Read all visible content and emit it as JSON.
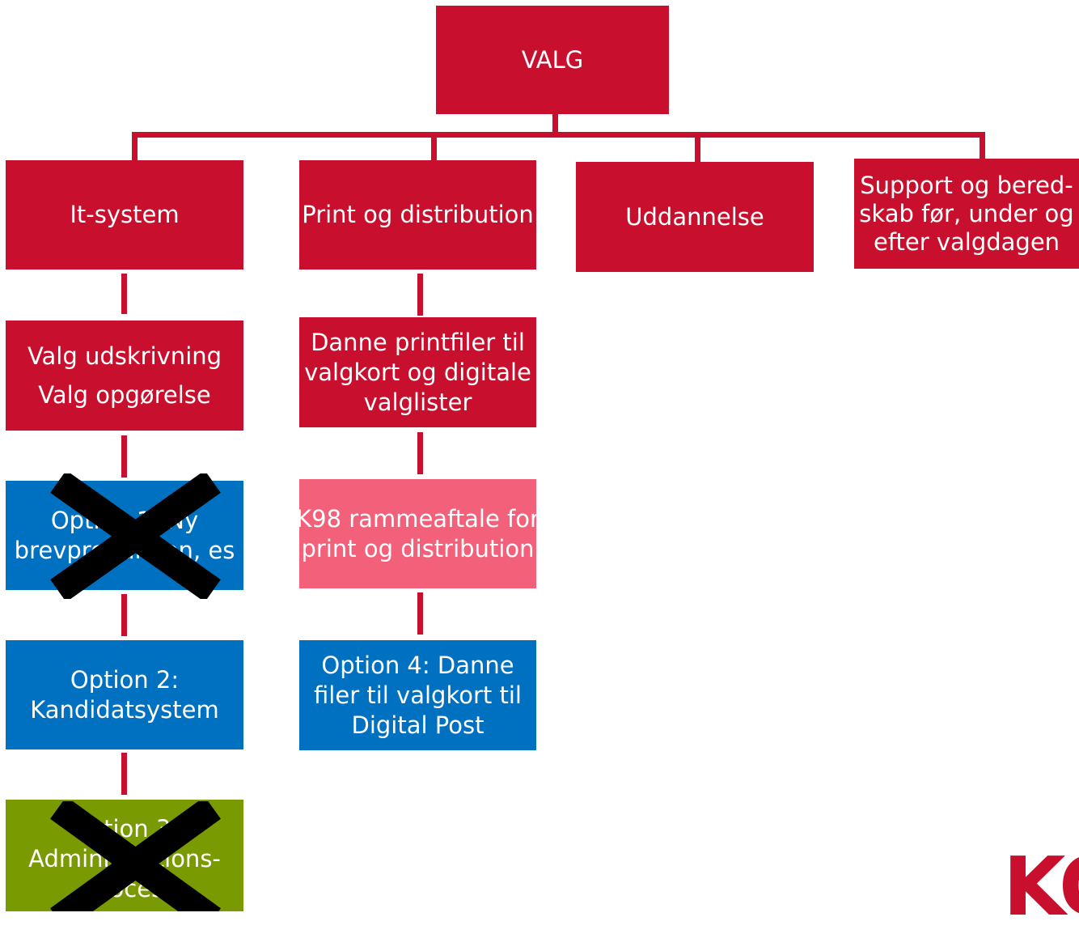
{
  "colors": {
    "red": "#c8102e",
    "pink": "#f2607a",
    "blue": "#0070c0",
    "green": "#7a9a01",
    "cross": "#000000"
  },
  "root": {
    "label": "VALG"
  },
  "branches": {
    "it_system": "It-system",
    "print": "Print og distribution",
    "uddannelse": "Uddannelse",
    "support": [
      "Support og bered-",
      "skab før, under og",
      "efter valgdagen"
    ]
  },
  "it_column": {
    "valg": [
      "Valg udskrivning",
      "Valg opgørelse"
    ],
    "option1": [
      "Option 1: Ny",
      "brevproduktion, es"
    ],
    "option2": [
      "Option 2:",
      "Kandidatsystem"
    ],
    "option3": [
      "Option 3:",
      "Administrations-",
      "proces"
    ]
  },
  "print_column": {
    "danne": [
      "Danne printfiler til",
      "valgkort og digitale",
      "valglister"
    ],
    "k98": [
      "K98 rammeaftale for",
      "print og distribution"
    ],
    "option4": [
      "Option 4: Danne",
      "filer til valgkort til",
      "Digital Post"
    ]
  },
  "logo": {
    "text": "KO"
  }
}
